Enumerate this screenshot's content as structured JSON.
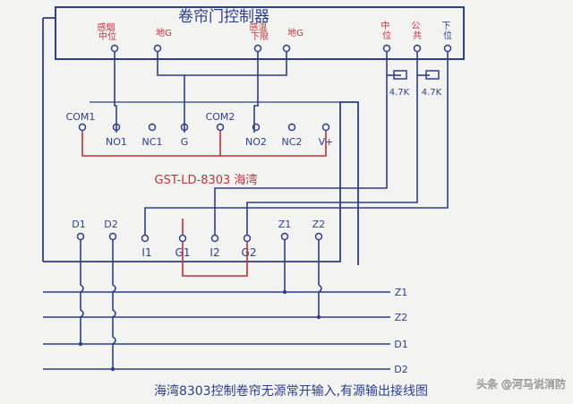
{
  "controller": {
    "title": "卷帘门控制器",
    "smoke_mid": "感烟\n中位",
    "ground_left": "地G",
    "temp_down": "感温\n下限",
    "ground_right": "地G",
    "mid": "中\n位",
    "common": "公\n共",
    "down": "下\n位"
  },
  "resistors": {
    "left": "4.7K",
    "right": "4.7K"
  },
  "terminal_top": {
    "com1": "COM1",
    "no1": "NO1",
    "nc1": "NC1",
    "g": "G",
    "com2": "COM2",
    "no2": "NO2",
    "nc2": "NC2",
    "vplus": "V+"
  },
  "module_name": "GST-LD-8303 海湾",
  "terminal_bottom": {
    "d1": "D1",
    "d2": "D2",
    "i1": "I1",
    "g1": "G1",
    "i2": "I2",
    "g2": "G2",
    "z1": "Z1",
    "z2": "Z2"
  },
  "bus": {
    "z1": "Z1",
    "z2": "Z2",
    "d1": "D1",
    "d2": "D2"
  },
  "caption": "海湾8303控制卷帘无源常开输入,有源输出接线图",
  "watermark": "头条 @河马说消防",
  "colors": {
    "ink": "#2a3f8f",
    "red": "#c4303a",
    "paper": "#f3f3f1"
  }
}
